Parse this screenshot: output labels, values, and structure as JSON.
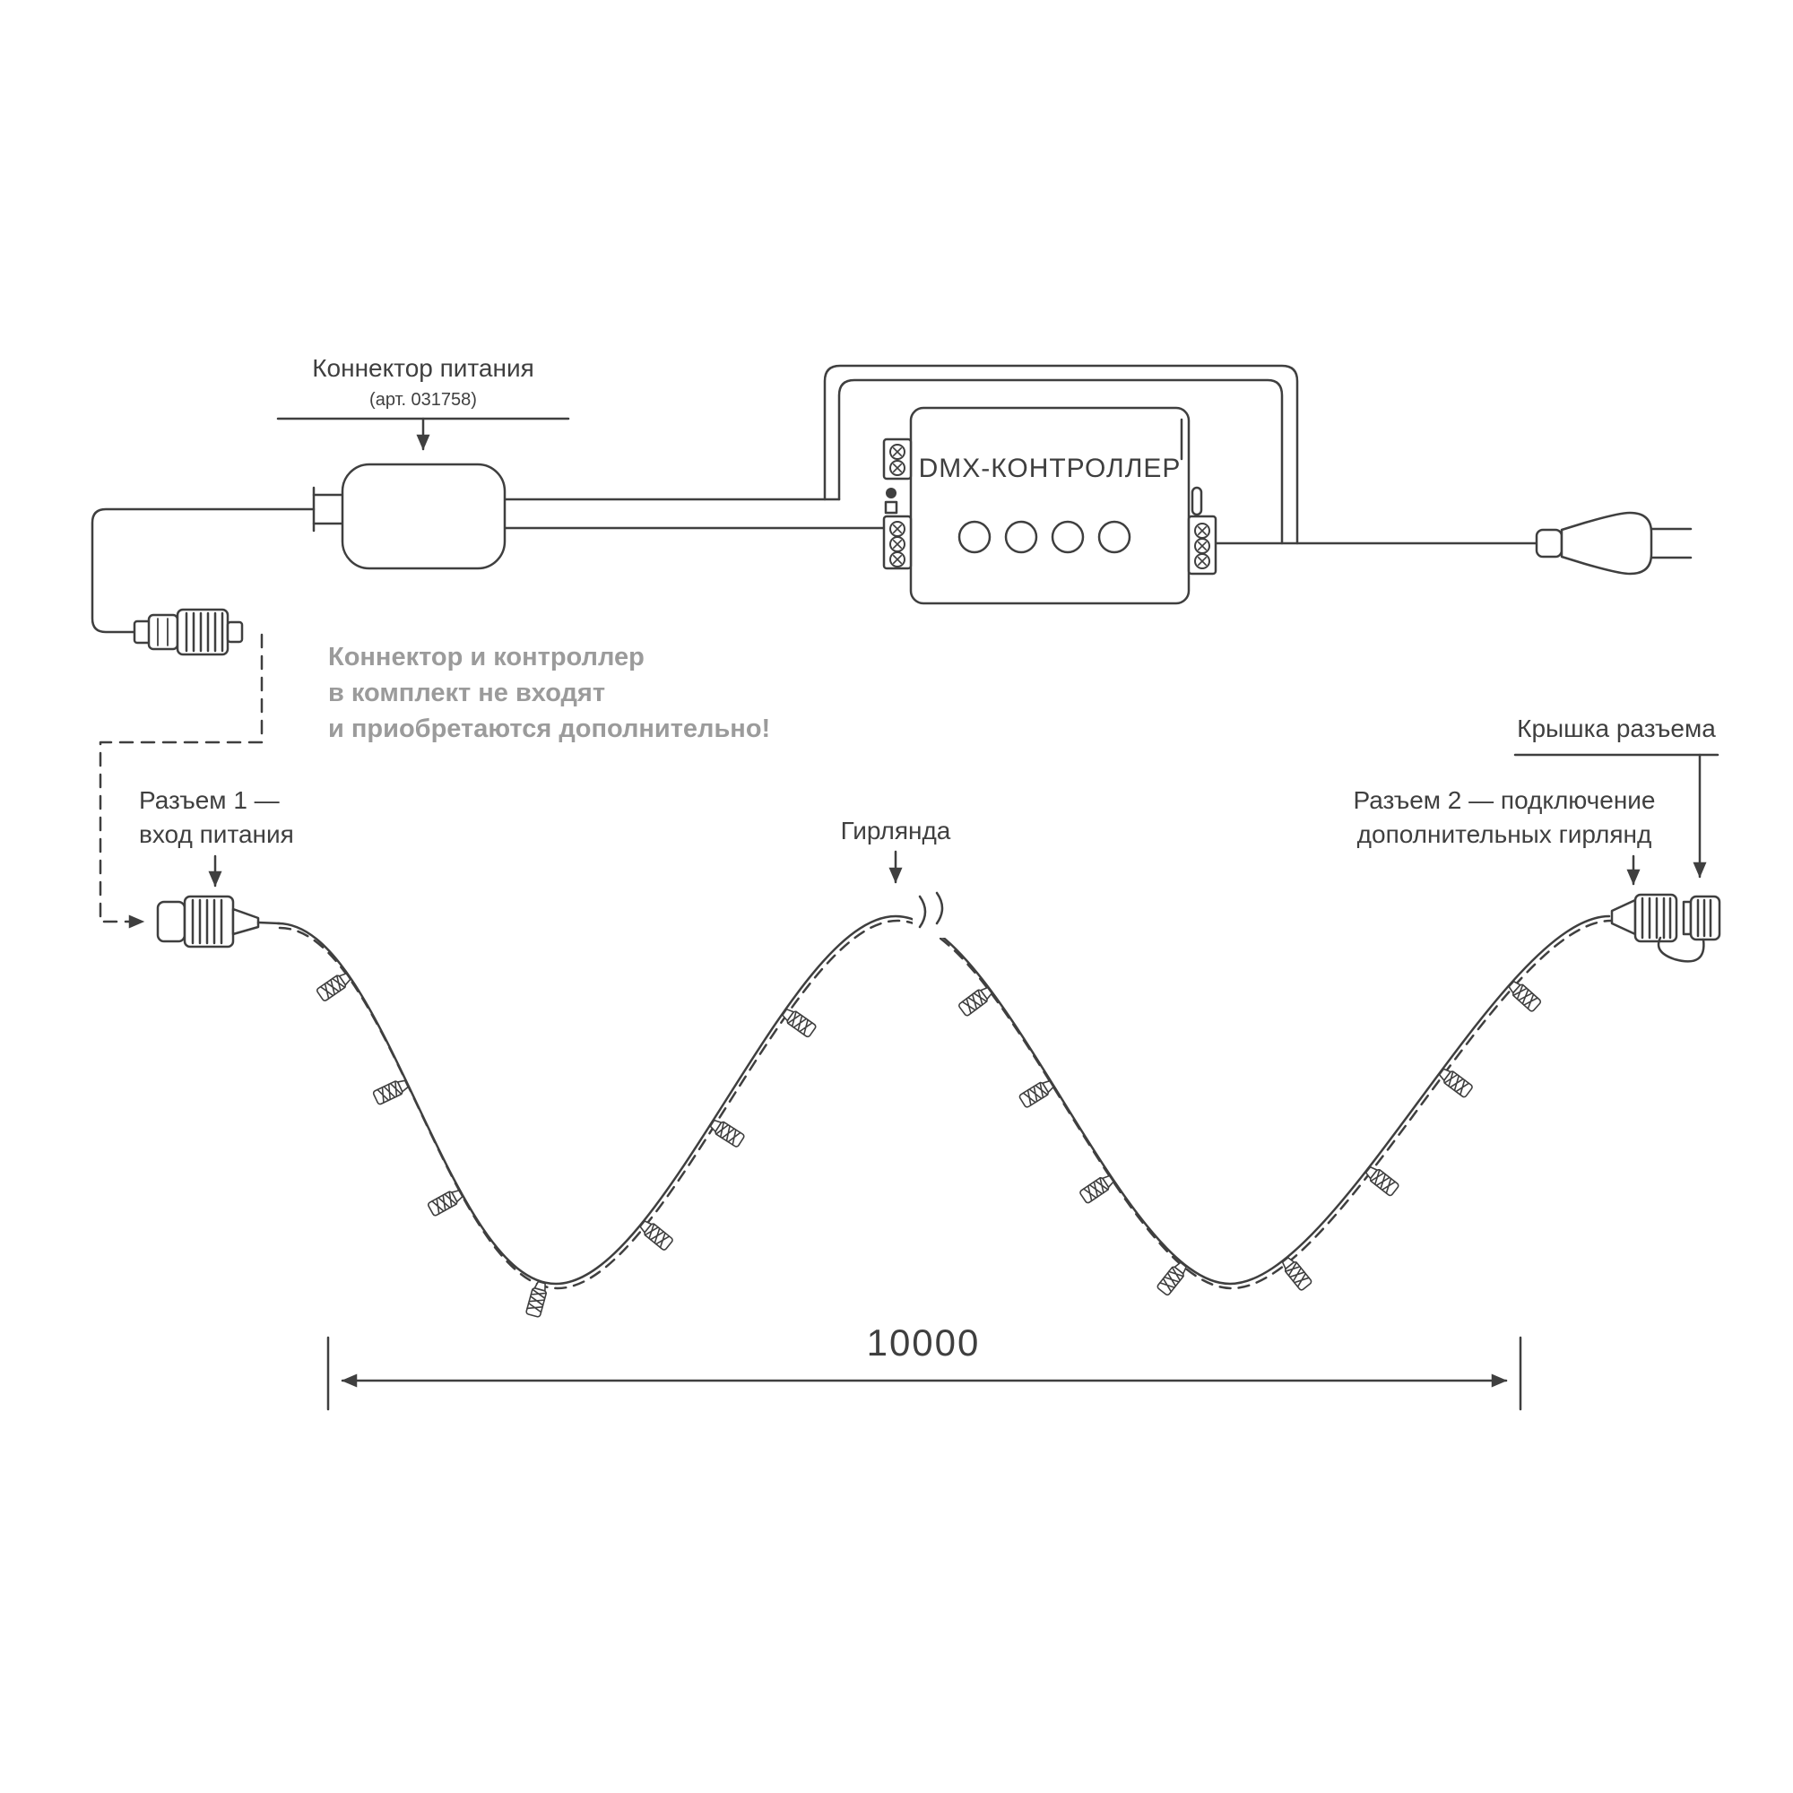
{
  "colors": {
    "line": "#3f3f3f",
    "text": "#3f3f3f",
    "note": "#9b9b9b",
    "background": "#ffffff"
  },
  "power_connector_label": {
    "title": "Коннектор питания",
    "subtitle": "(арт. 031758)"
  },
  "controller": {
    "label": "DMX-КОНТРОЛЛЕР"
  },
  "note": {
    "lines": [
      "Коннектор и контроллер",
      "в комплект не входят",
      "и приобретаются дополнительно!"
    ]
  },
  "connector1_label": {
    "lines": [
      "Разъем 1 —",
      "вход питания"
    ]
  },
  "garland_label": "Гирлянда",
  "cap_label": "Крышка разъема",
  "connector2_label": {
    "lines": [
      "Разъем 2 — подключение",
      "дополнительных гирлянд"
    ]
  },
  "dimension": {
    "length": "10000"
  }
}
